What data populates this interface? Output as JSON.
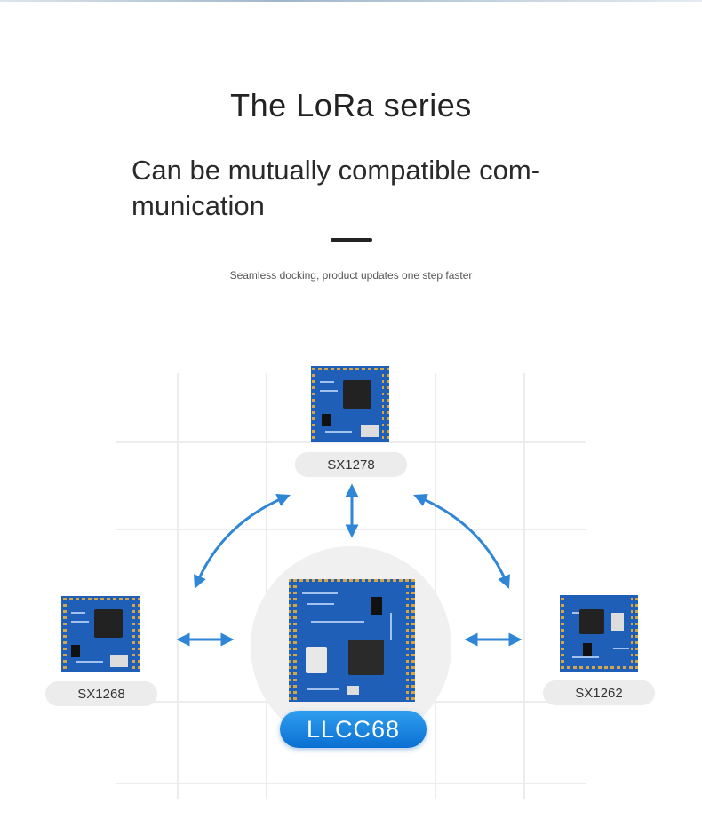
{
  "header": {
    "title": "The LoRa series",
    "subtitle": "Can be mutually compatible com-\nmunication",
    "tagline": "Seamless docking, product updates one step faster"
  },
  "modules": {
    "top": {
      "label": "SX1278"
    },
    "left": {
      "label": "SX1268"
    },
    "right": {
      "label": "SX1262"
    },
    "center": {
      "label": "LLCC68"
    }
  },
  "colors": {
    "arrow": "#2f86d6",
    "pcb": "#1f5fb8",
    "center_pill": "#1a86e0"
  }
}
